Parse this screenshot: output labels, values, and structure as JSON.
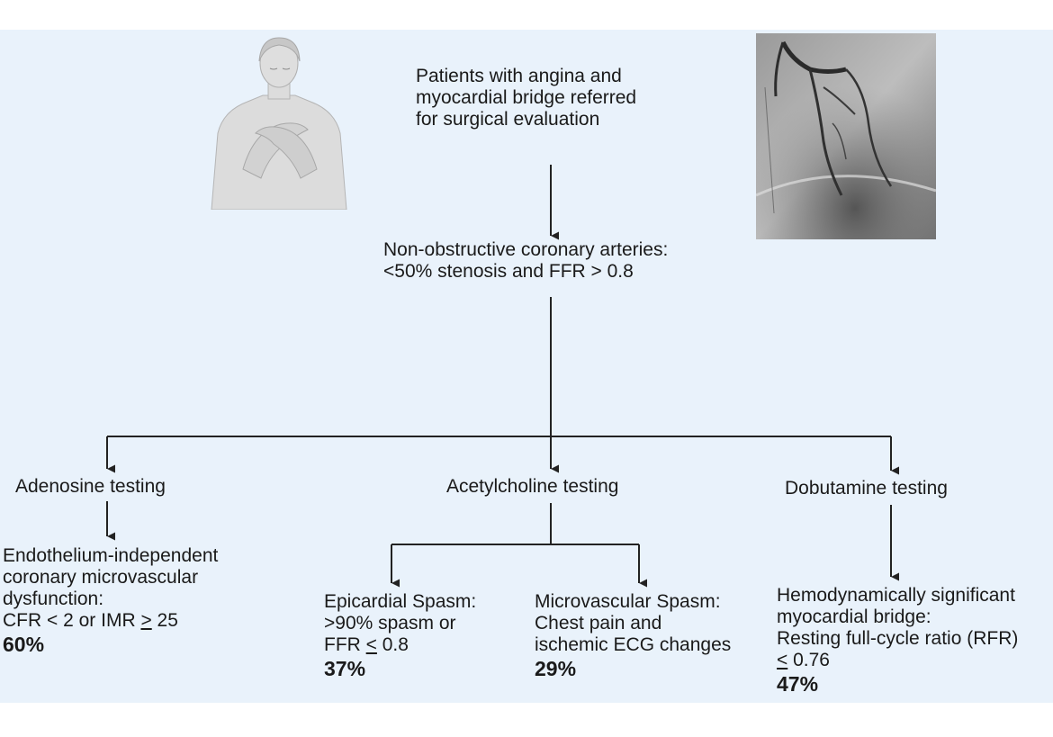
{
  "colors": {
    "panel": "#e9f2fb",
    "line": "#222222",
    "text": "#1a1a1a"
  },
  "icons": {
    "patient": "patient-chest-pain-icon",
    "angiogram": "coronary-angiogram-image"
  },
  "start": "Patients with angina and\nmyocardial bridge referred\nfor surgical evaluation",
  "nonobstructive": "Non-obstructive coronary arteries:\n<50% stenosis and FFR > 0.8",
  "tests": {
    "adenosine": "Adenosine testing",
    "acetylcholine": "Acetylcholine testing",
    "dobutamine": "Dobutamine testing"
  },
  "results": {
    "endothelium": {
      "text_a": "Endothelium-independent\ncoronary microvascular\ndysfunction:\nCFR < 2 or IMR ",
      "symbol": ">",
      "text_b": " 25",
      "pct": "60%"
    },
    "epicardial": {
      "text_a": "Epicardial Spasm:\n>90% spasm or\nFFR ",
      "symbol": "<",
      "text_b": " 0.8",
      "pct": "37%"
    },
    "microvascular": {
      "text": "Microvascular Spasm:\nChest pain and\nischemic ECG changes",
      "pct": "29%"
    },
    "hemodynamic": {
      "text_a": "Hemodynamically significant\nmyocardial bridge:\nResting full-cycle ratio (RFR)\n",
      "symbol": "<",
      "text_b": " 0.76",
      "pct": "47%"
    }
  }
}
